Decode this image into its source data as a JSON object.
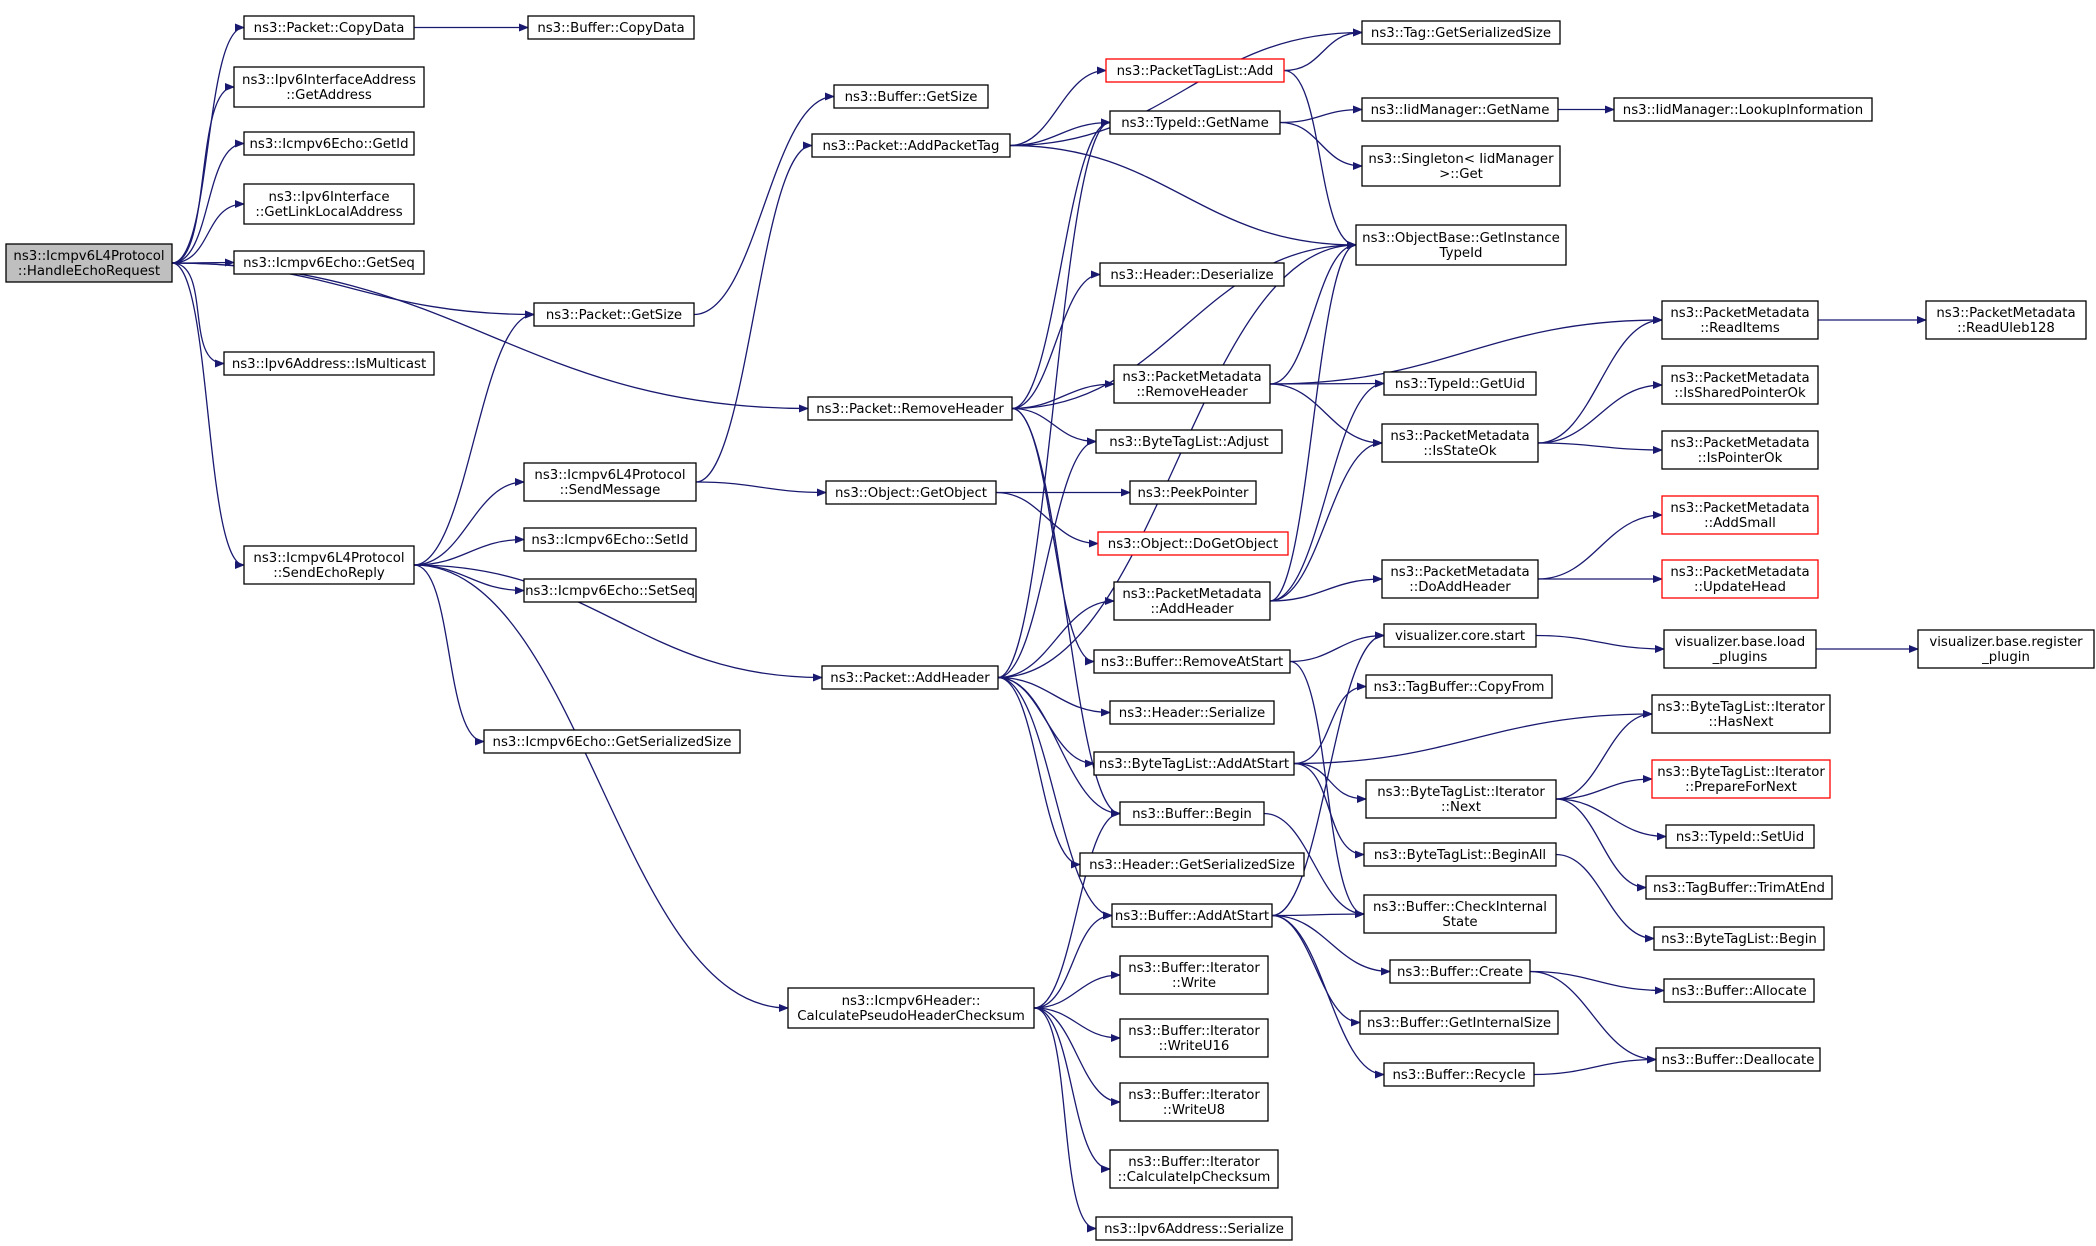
{
  "colors": {
    "edge": "#191970",
    "root_fill": "#bfbfbf",
    "incomplete_border": "#ff0000",
    "node_border": "#000000"
  },
  "nodes": {
    "root": [
      "ns3::Icmpv6L4Protocol",
      "::HandleEchoRequest"
    ],
    "copydata": [
      "ns3::Packet::CopyData"
    ],
    "bufcopydata": [
      "ns3::Buffer::CopyData"
    ],
    "ifaddrget": [
      "ns3::Ipv6InterfaceAddress",
      "::GetAddress"
    ],
    "echogetid": [
      "ns3::Icmpv6Echo::GetId"
    ],
    "getlinklocal": [
      "ns3::Ipv6Interface",
      "::GetLinkLocalAddress"
    ],
    "echogetseq": [
      "ns3::Icmpv6Echo::GetSeq"
    ],
    "pktgetsize": [
      "ns3::Packet::GetSize"
    ],
    "ismulticast": [
      "ns3::Ipv6Address::IsMulticast"
    ],
    "sendecho": [
      "ns3::Icmpv6L4Protocol",
      "::SendEchoReply"
    ],
    "sendmsg": [
      "ns3::Icmpv6L4Protocol",
      "::SendMessage"
    ],
    "setid": [
      "ns3::Icmpv6Echo::SetId"
    ],
    "setseq": [
      "ns3::Icmpv6Echo::SetSeq"
    ],
    "echoserialsize": [
      "ns3::Icmpv6Echo::GetSerializedSize"
    ],
    "bufgetsize": [
      "ns3::Buffer::GetSize"
    ],
    "addpkttag": [
      "ns3::Packet::AddPacketTag"
    ],
    "removeheader": [
      "ns3::Packet::RemoveHeader"
    ],
    "objgetobject": [
      "ns3::Object::GetObject"
    ],
    "addheader": [
      "ns3::Packet::AddHeader"
    ],
    "calcpseudo": [
      "ns3::Icmpv6Header::",
      "CalculatePseudoHeaderChecksum"
    ],
    "pkttaglistadd": [
      "ns3::PacketTagList::Add"
    ],
    "typeidgetname": [
      "ns3::TypeId::GetName"
    ],
    "hdrdeser": [
      "ns3::Header::Deserialize"
    ],
    "pmremovehdr": [
      "ns3::PacketMetadata",
      "::RemoveHeader"
    ],
    "btladjust": [
      "ns3::ByteTagList::Adjust"
    ],
    "peekptr": [
      "ns3::PeekPointer"
    ],
    "dogetobject": [
      "ns3::Object::DoGetObject"
    ],
    "pmaddhdr": [
      "ns3::PacketMetadata",
      "::AddHeader"
    ],
    "bufremoveatstart": [
      "ns3::Buffer::RemoveAtStart"
    ],
    "hdrserialize": [
      "ns3::Header::Serialize"
    ],
    "btladdatstart": [
      "ns3::ByteTagList::AddAtStart"
    ],
    "bufbegin": [
      "ns3::Buffer::Begin"
    ],
    "hdrgetsersize": [
      "ns3::Header::GetSerializedSize"
    ],
    "bufaddatstart": [
      "ns3::Buffer::AddAtStart"
    ],
    "itwrite": [
      "ns3::Buffer::Iterator",
      "::Write"
    ],
    "itwriteu16": [
      "ns3::Buffer::Iterator",
      "::WriteU16"
    ],
    "itwriteu8": [
      "ns3::Buffer::Iterator",
      "::WriteU8"
    ],
    "itcalcip": [
      "ns3::Buffer::Iterator",
      "::CalculateIpChecksum"
    ],
    "v6serialize": [
      "ns3::Ipv6Address::Serialize"
    ],
    "taggetsersize": [
      "ns3::Tag::GetSerializedSize"
    ],
    "iidgetname": [
      "ns3::IidManager::GetName"
    ],
    "singleton": [
      "ns3::Singleton< IidManager",
      ">::Get"
    ],
    "getinstancetid": [
      "ns3::ObjectBase::GetInstance",
      "TypeId"
    ],
    "typeidgetuid": [
      "ns3::TypeId::GetUid"
    ],
    "pmisstateok": [
      "ns3::PacketMetadata",
      "::IsStateOk"
    ],
    "pmdoaddhdr": [
      "ns3::PacketMetadata",
      "::DoAddHeader"
    ],
    "vizcorestart": [
      "visualizer.core.start"
    ],
    "tbcopyfrom": [
      "ns3::TagBuffer::CopyFrom"
    ],
    "btlitnext": [
      "ns3::ByteTagList::Iterator",
      "::Next"
    ],
    "btlbeginall": [
      "ns3::ByteTagList::BeginAll"
    ],
    "bufcheckinternal": [
      "ns3::Buffer::CheckInternal",
      "State"
    ],
    "bufcreate": [
      "ns3::Buffer::Create"
    ],
    "bufgetinternalsize": [
      "ns3::Buffer::GetInternalSize"
    ],
    "bufrecycle": [
      "ns3::Buffer::Recycle"
    ],
    "iidlookup": [
      "ns3::IidManager::LookupInformation"
    ],
    "pmreaditems": [
      "ns3::PacketMetadata",
      "::ReadItems"
    ],
    "pmissharedptrok": [
      "ns3::PacketMetadata",
      "::IsSharedPointerOk"
    ],
    "pmisptrok": [
      "ns3::PacketMetadata",
      "::IsPointerOk"
    ],
    "pmaddsmall": [
      "ns3::PacketMetadata",
      "::AddSmall"
    ],
    "pmupdatehead": [
      "ns3::PacketMetadata",
      "::UpdateHead"
    ],
    "vizbaseload": [
      "visualizer.base.load",
      "_plugins"
    ],
    "btlithasnext": [
      "ns3::ByteTagList::Iterator",
      "::HasNext"
    ],
    "btlitprepare": [
      "ns3::ByteTagList::Iterator",
      "::PrepareForNext"
    ],
    "typeidsetuid": [
      "ns3::TypeId::SetUid"
    ],
    "tbtrimatend": [
      "ns3::TagBuffer::TrimAtEnd"
    ],
    "btlbegin": [
      "ns3::ByteTagList::Begin"
    ],
    "bufallocate": [
      "ns3::Buffer::Allocate"
    ],
    "bufdeallocate": [
      "ns3::Buffer::Deallocate"
    ],
    "pmreaduleb": [
      "ns3::PacketMetadata",
      "::ReadUleb128"
    ],
    "vizbasereg": [
      "visualizer.base.register",
      "_plugin"
    ]
  }
}
